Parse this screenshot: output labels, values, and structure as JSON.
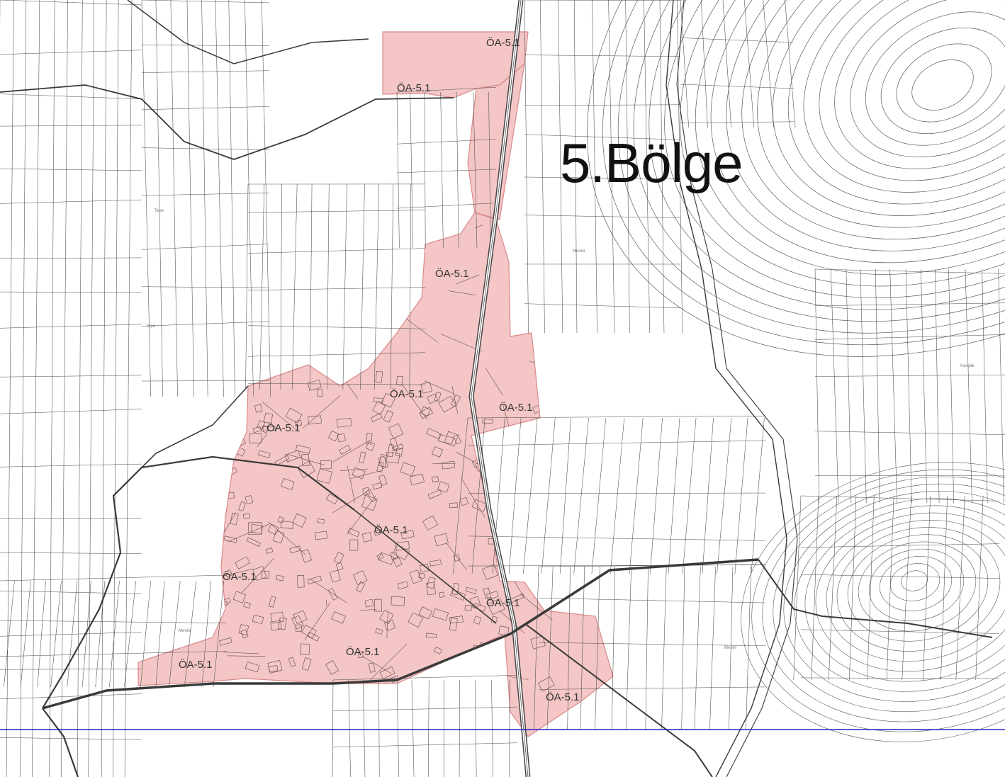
{
  "map": {
    "region_title": "5.Bölge",
    "zone_code": "ÖA-5.1",
    "zone_labels": [
      "ÖA-5.1",
      "ÖA-5.1",
      "ÖA-5.1",
      "ÖA-5.1",
      "ÖA-5.1",
      "ÖA-5.1",
      "ÖA-5.1",
      "ÖA-5.1",
      "ÖA-5.1",
      "ÖA-5.1",
      "ÖA-5.1",
      "ÖA-5.1"
    ],
    "place_names": [
      "Tepe",
      "Tepe",
      "Mevkii",
      "Mevkii",
      "Mevkii",
      "Kavşak"
    ],
    "colors": {
      "zone_fill": "#f4c6c6",
      "zone_stroke": "#d98a8a",
      "parcel_line": "#4a4a4a",
      "contour_line": "#5a5a5a",
      "reference_line": "#2323c8",
      "background": "#ffffff"
    }
  }
}
